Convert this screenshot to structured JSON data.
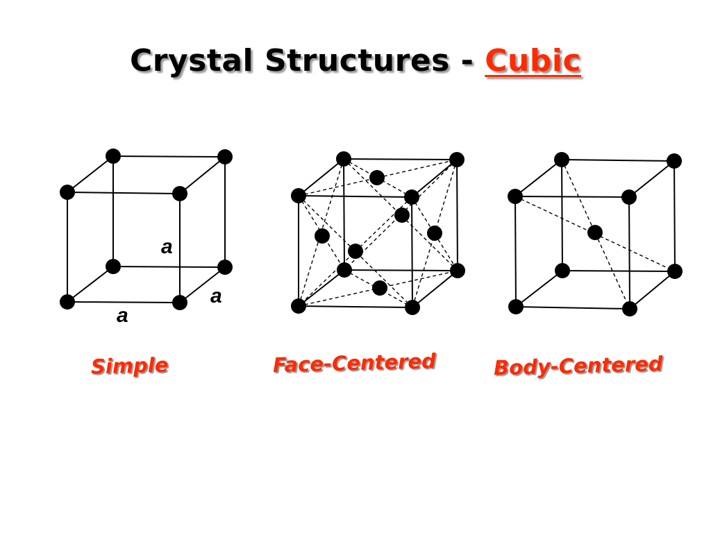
{
  "title": {
    "main": "Crystal Structures - ",
    "accent": "Cubic"
  },
  "labels": {
    "edge_a_front": "a",
    "edge_a_side": "a",
    "edge_a_bottom": "a"
  },
  "captions": {
    "simple": "Simple",
    "face_centered": "Face-Centered",
    "body_centered": "Body-Centered"
  },
  "colors": {
    "accent": "#ff2a00",
    "text": "#000000",
    "shadow": "#9a9a9a"
  }
}
